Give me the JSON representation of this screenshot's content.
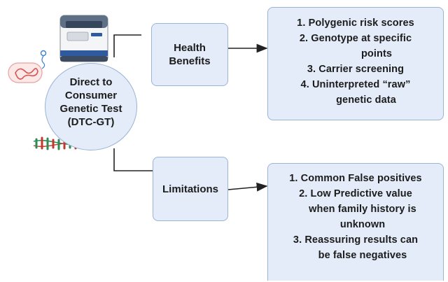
{
  "center": {
    "lines": [
      "Direct to",
      "Consumer",
      "Genetic Test",
      "(DTC-GT)"
    ]
  },
  "nodes": {
    "benefits": "Health Benefits",
    "limitations": "Limitations"
  },
  "benefits_list": [
    "1.  Polygenic risk scores",
    "2.  Genotype at specific",
    "points",
    "3.  Carrier screening",
    "4.  Uninterpreted “raw”",
    "genetic data"
  ],
  "limitations_list": [
    "1.  Common  False positives",
    "2.  Low Predictive value",
    "when family history is",
    "unknown",
    "3.  Reassuring results can",
    "be false negatives"
  ],
  "colors": {
    "box_fill": "#e3ecf8",
    "box_border": "#9ab3d6",
    "line": "#222222",
    "tube_red": "#d9534f",
    "dna_green": "#2e8b57",
    "dna_red": "#c0392b"
  },
  "icons": [
    "sequencer-icon",
    "sample-tube-icon",
    "dna-strand-icon"
  ]
}
